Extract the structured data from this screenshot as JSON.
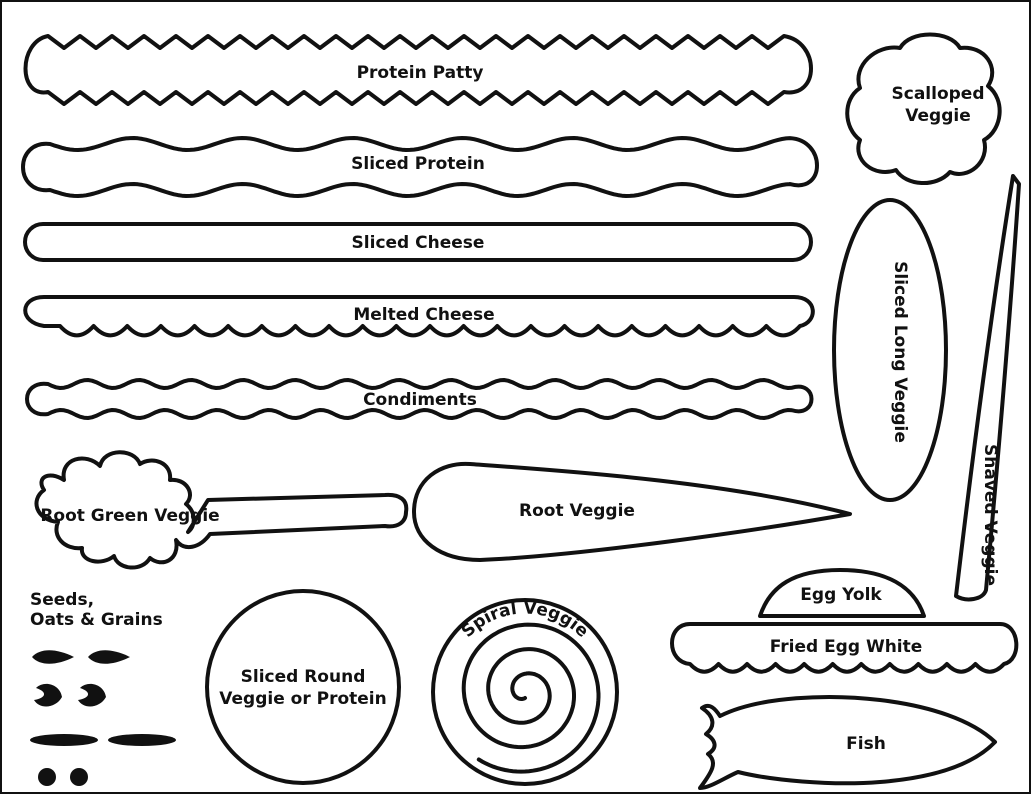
{
  "labels": {
    "protein_patty": "Protein Patty",
    "sliced_protein": "Sliced Protein",
    "sliced_cheese": "Sliced Cheese",
    "melted_cheese": "Melted Cheese",
    "condiments": "Condiments",
    "root_green_veggie": "Root Green Veggie",
    "root_veggie": "Root Veggie",
    "scalloped_veggie_1": "Scalloped",
    "scalloped_veggie_2": "Veggie",
    "sliced_long_veggie": "Sliced Long Veggie",
    "shaved_veggie": "Shaved Veggie",
    "seeds_1": "Seeds,",
    "seeds_2": "Oats & Grains",
    "sliced_round_1": "Sliced Round",
    "sliced_round_2": "Veggie or Protein",
    "spiral_veggie": "Spiral Veggie",
    "egg_yolk": "Egg Yolk",
    "fried_egg_white": "Fried Egg White",
    "fish": "Fish"
  },
  "colors": {
    "stroke": "#111111",
    "fill": "#ffffff"
  }
}
